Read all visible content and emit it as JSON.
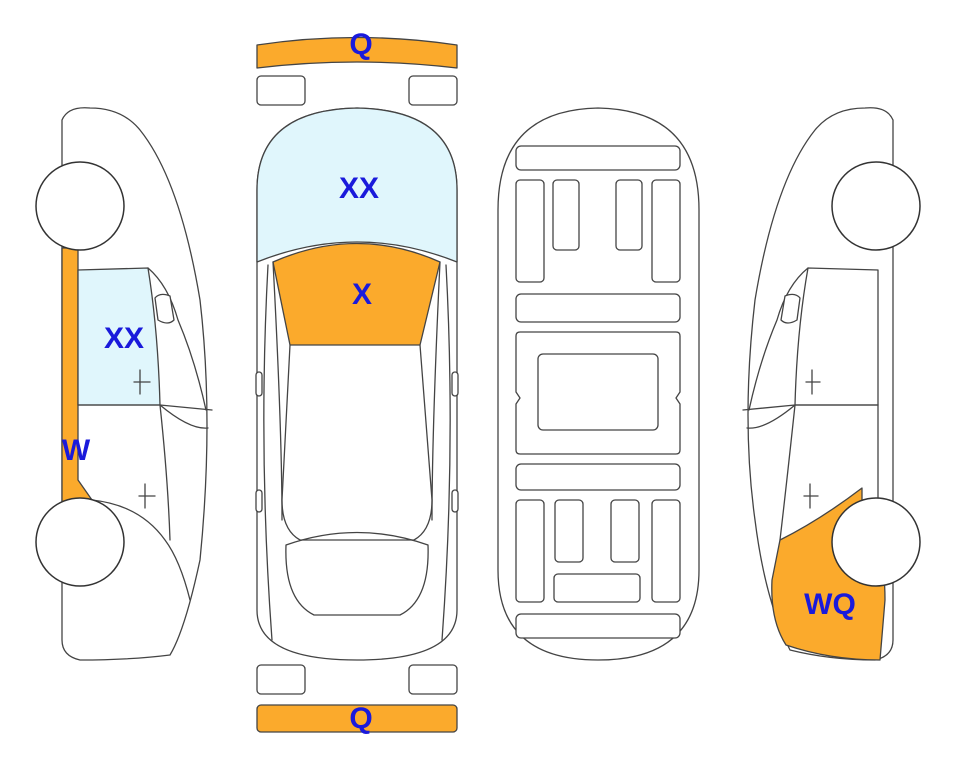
{
  "colors": {
    "damage": "#FBAA2C",
    "glass": "#E0F6FC",
    "label": "#1A1ADB",
    "stroke": "#444444"
  },
  "labels": {
    "front_bumper": "Q",
    "rear_bumper": "Q",
    "windshield": "XX",
    "hood": "X",
    "left_window": "XX",
    "left_pillar": "W",
    "right_rear_quarter": "WQ"
  }
}
